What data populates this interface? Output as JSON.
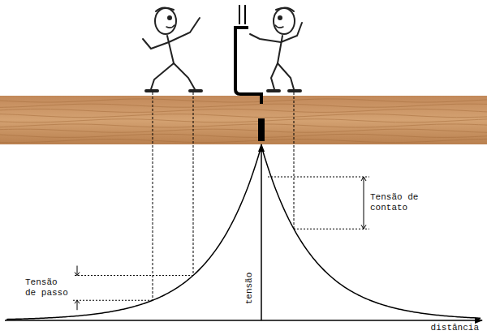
{
  "diagram": {
    "labels": [
      "Tensão de passo",
      "Tensão de contato",
      "tensão",
      "distância"
    ]
  }
}
